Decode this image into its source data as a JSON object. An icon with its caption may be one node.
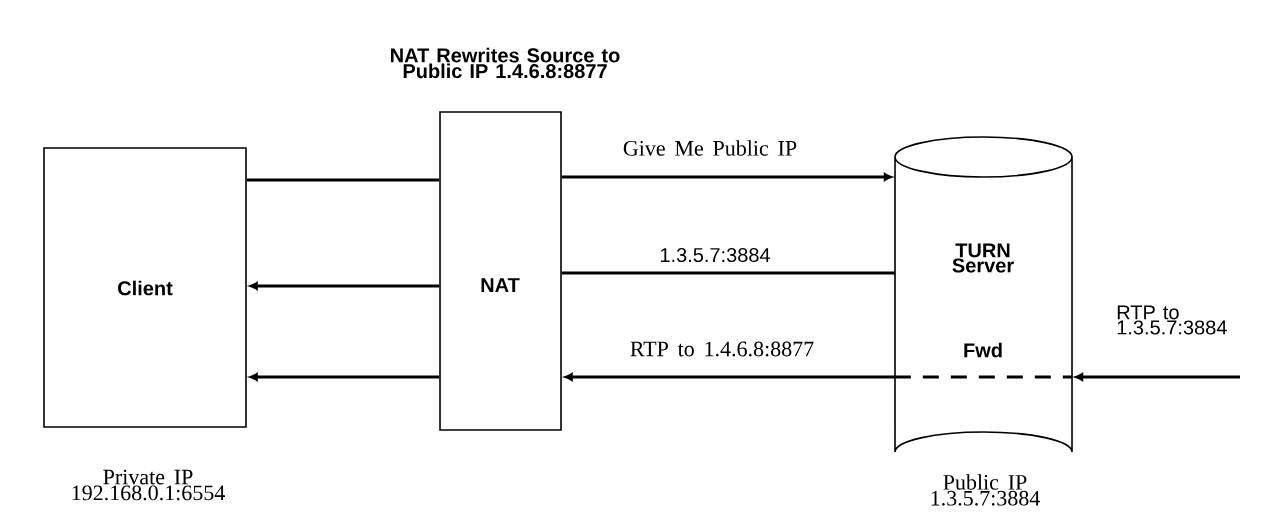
{
  "diagram": {
    "title": "NAT Rewrites Source to Public IP 1.4.6.8:8877",
    "nodes": [
      {
        "text": [
          "Client"
        ],
        "beside": [
          "Private IP 192.168.0.1:6554"
        ]
      },
      {
        "text": [
          "NAT"
        ]
      },
      {
        "text": [
          "TURN Server",
          "Fwd"
        ],
        "beside": [
          "Public IP 1.3.5.7:3884"
        ]
      }
    ],
    "edges": [
      {
        "from": 0,
        "to": 1,
        "arrow": "none"
      },
      {
        "from": 1,
        "to": 0,
        "arrow": "to"
      },
      {
        "from": 1,
        "to": 0,
        "arrow": "to"
      },
      {
        "from": 1,
        "to": 2,
        "arrow": "to",
        "label": "Give Me Public IP"
      },
      {
        "from": 2,
        "to": 1,
        "arrow": "none",
        "label": "1.3.5.7:3884"
      },
      {
        "from": 2,
        "to": 1,
        "arrow": "to",
        "label": "RTP to 1.4.6.8:8877"
      },
      {
        "from": null,
        "to": 2,
        "arrow": "to",
        "label": "RTP to 1.3.5.7:3884"
      }
    ]
  }
}
